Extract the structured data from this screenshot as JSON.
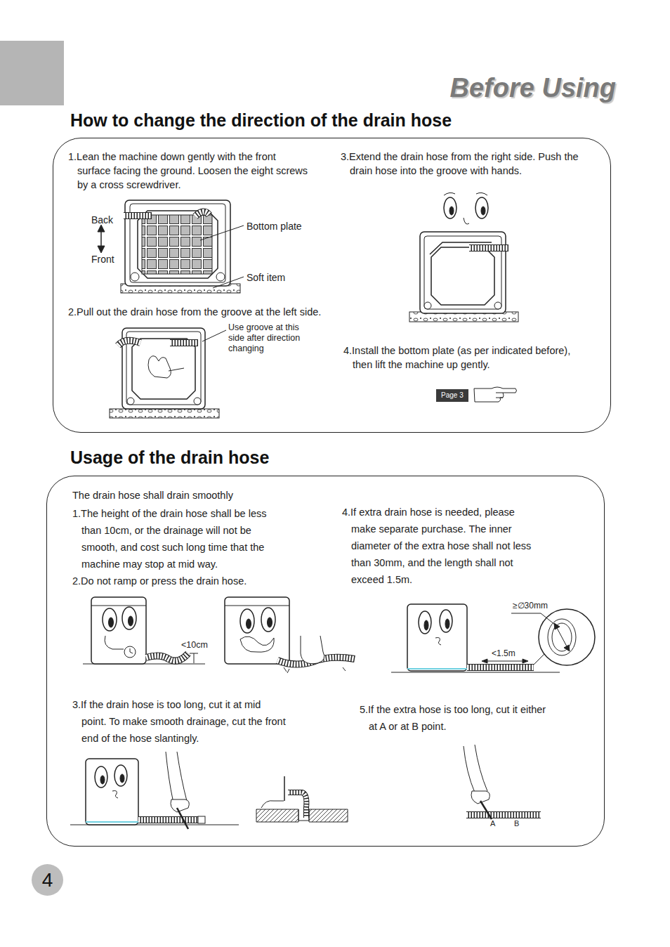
{
  "diagram": {
    "title": "Before Using",
    "nodes": [
      {
        "text": [
          "How to change the direction of the drain hose",
          "1.Lean the machine down gently with the front surface facing the ground. Loosen the eight screws by a cross screwdriver.",
          "2.Pull out the drain hose from the groove at the left side.",
          "3.Extend the drain hose from the right side. Push the drain hose into the groove with hands.",
          "4.Install the bottom plate (as per indicated before), then lift the machine up gently."
        ]
      },
      {
        "text": [
          "Page 3"
        ],
        "in": 0
      },
      {
        "text": [
          "Usage of the drain hose",
          "The drain hose shall drain smoothly",
          "1.The height of the drain hose shall be less than 10cm, or the drainage will not be smooth, and cost such long time that the machine may stop at mid way.",
          "2.Do not ramp or press the drain hose.",
          "4.If extra drain hose is needed, please make separate purchase. The inner diameter of the extra hose shall not less than 30mm, and the length shall not exceed 1.5m.",
          "3.If the drain hose is too long, cut it at mid point. To make smooth drainage, cut the front end of the hose slantingly.",
          "5.If the extra hose is too long, cut it either at A or at B point."
        ]
      },
      {
        "text": [
          "4"
        ]
      }
    ],
    "labels": [
      "Back",
      "Front",
      "Bottom plate",
      "Soft item",
      "Use groove at this side after direction changing",
      "<10cm",
      "≥∅30mm",
      "<1.5m",
      "A",
      "B"
    ]
  }
}
